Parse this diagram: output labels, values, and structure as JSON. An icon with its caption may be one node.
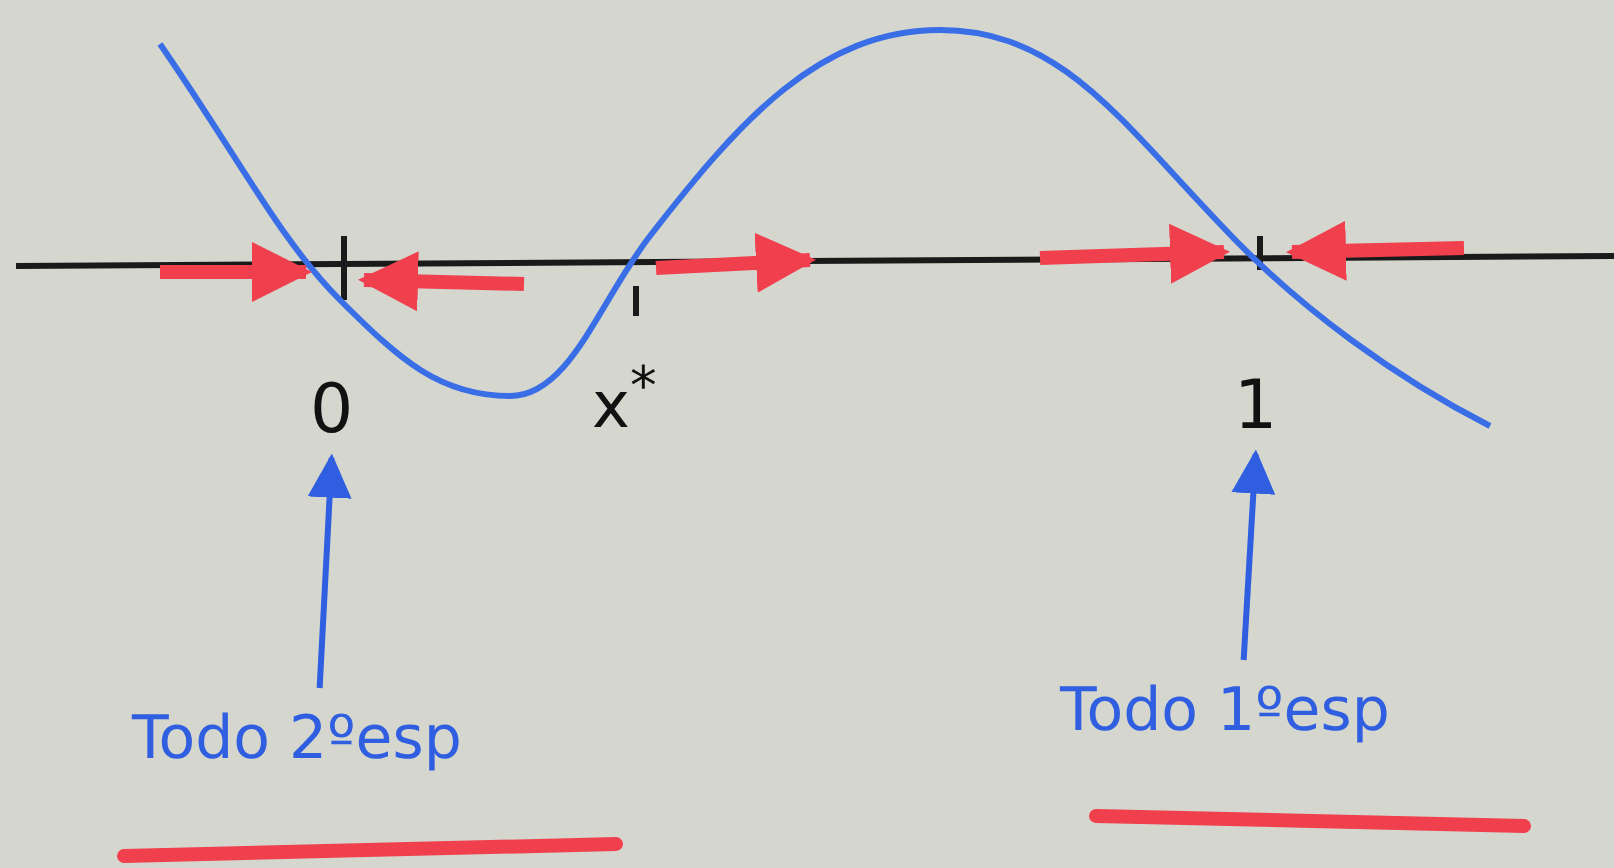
{
  "diagram": {
    "nodes": [
      {
        "text": [
          "Todo 2ºesp"
        ]
      },
      {
        "text": [
          "0"
        ]
      },
      {
        "text": [
          "1"
        ]
      },
      {
        "text": [
          "Todo 1ºesp"
        ]
      }
    ],
    "edges": [
      {
        "from": 0,
        "to": 1,
        "arrow": "to"
      },
      {
        "from": 3,
        "to": 2,
        "arrow": "to"
      }
    ],
    "labels": [
      "x$^{*}$"
    ]
  }
}
